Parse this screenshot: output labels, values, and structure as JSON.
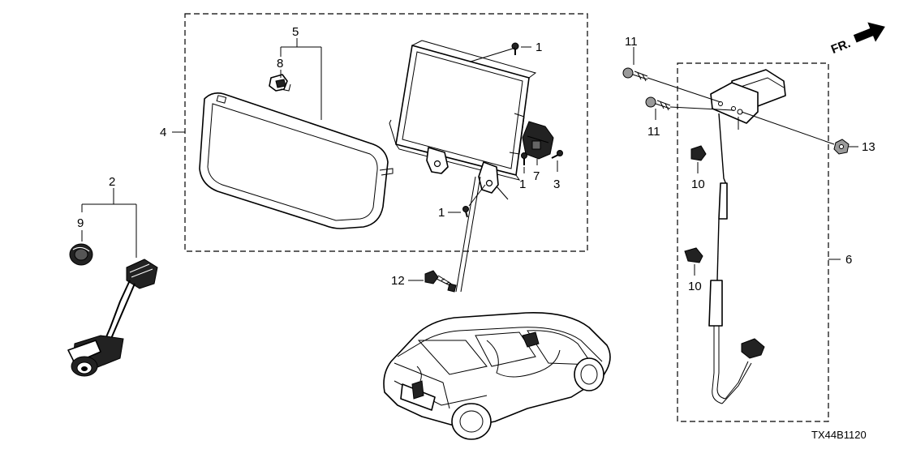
{
  "direction_label": "FR.",
  "diagram_code": "TX44B1120",
  "callouts": {
    "c1a": "1",
    "c1b": "1",
    "c1c": "1",
    "c2": "2",
    "c3": "3",
    "c4": "4",
    "c5": "5",
    "c6": "6",
    "c7": "7",
    "c8": "8",
    "c9": "9",
    "c10a": "10",
    "c10b": "10",
    "c11a": "11",
    "c11b": "11",
    "c12": "12",
    "c13": "13"
  }
}
